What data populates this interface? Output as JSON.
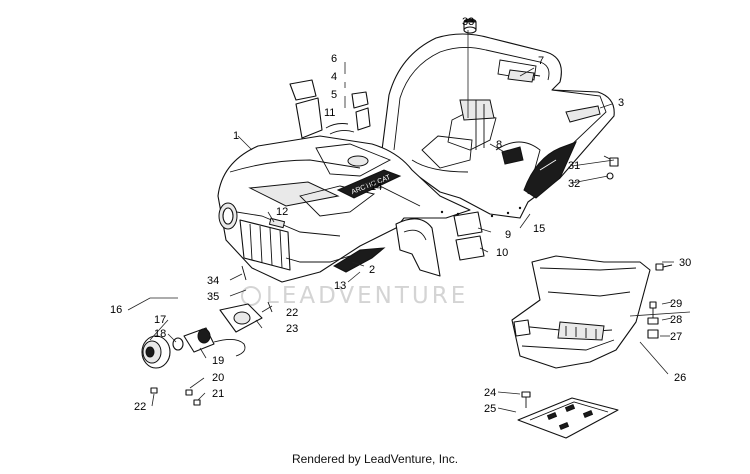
{
  "diagram": {
    "watermark": "LEADVENTURE",
    "badge_text": "ARCTIC CAT",
    "callouts": [
      "1",
      "2",
      "3",
      "4",
      "5",
      "6",
      "7",
      "8",
      "9",
      "10",
      "11",
      "12",
      "13",
      "14",
      "15",
      "16",
      "17",
      "18",
      "19",
      "20",
      "21",
      "22",
      "22",
      "23",
      "24",
      "25",
      "26",
      "27",
      "28",
      "29",
      "30",
      "31",
      "32",
      "33",
      "34",
      "35"
    ]
  },
  "footer": {
    "text": "Rendered by LeadVenture, Inc."
  }
}
